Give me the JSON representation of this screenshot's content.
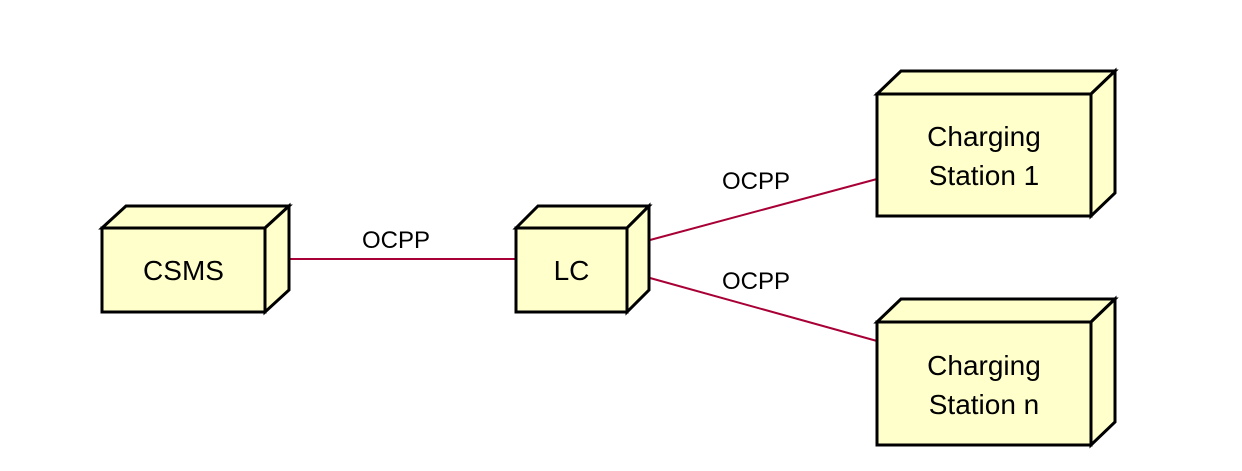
{
  "colors": {
    "node_fill": "#ffffcc",
    "node_stroke": "#000000",
    "edge": "#a80036",
    "text": "#000000"
  },
  "nodes": [
    {
      "id": "csms",
      "lines": [
        "CSMS"
      ]
    },
    {
      "id": "lc",
      "lines": [
        "LC"
      ]
    },
    {
      "id": "cs1",
      "lines": [
        "Charging",
        "Station 1"
      ]
    },
    {
      "id": "csn",
      "lines": [
        "Charging",
        "Station n"
      ]
    }
  ],
  "edges": [
    {
      "id": "csms-lc",
      "from": "csms",
      "to": "lc",
      "label": "OCPP"
    },
    {
      "id": "lc-cs1",
      "from": "lc",
      "to": "cs1",
      "label": "OCPP"
    },
    {
      "id": "lc-csn",
      "from": "lc",
      "to": "csn",
      "label": "OCPP"
    }
  ]
}
